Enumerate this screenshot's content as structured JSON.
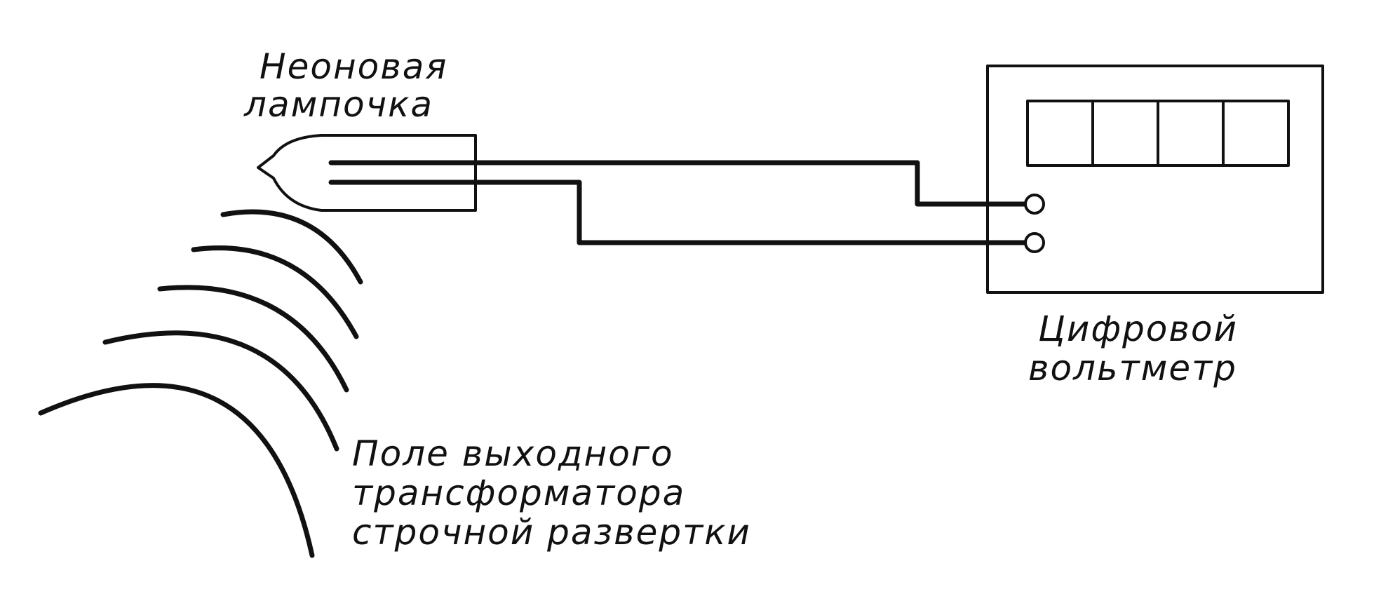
{
  "labels": {
    "lamp_line1": "Неоновая",
    "lamp_line2": "лампочка",
    "voltmeter_line1": "Цифровой",
    "voltmeter_line2": "вольтметр",
    "field_line1": "Поле выходного",
    "field_line2": "трансформатора",
    "field_line3": "строчной развертки"
  },
  "colors": {
    "ink": "#111111",
    "paper": "#ffffff"
  },
  "display": {
    "digit_windows": 4
  }
}
